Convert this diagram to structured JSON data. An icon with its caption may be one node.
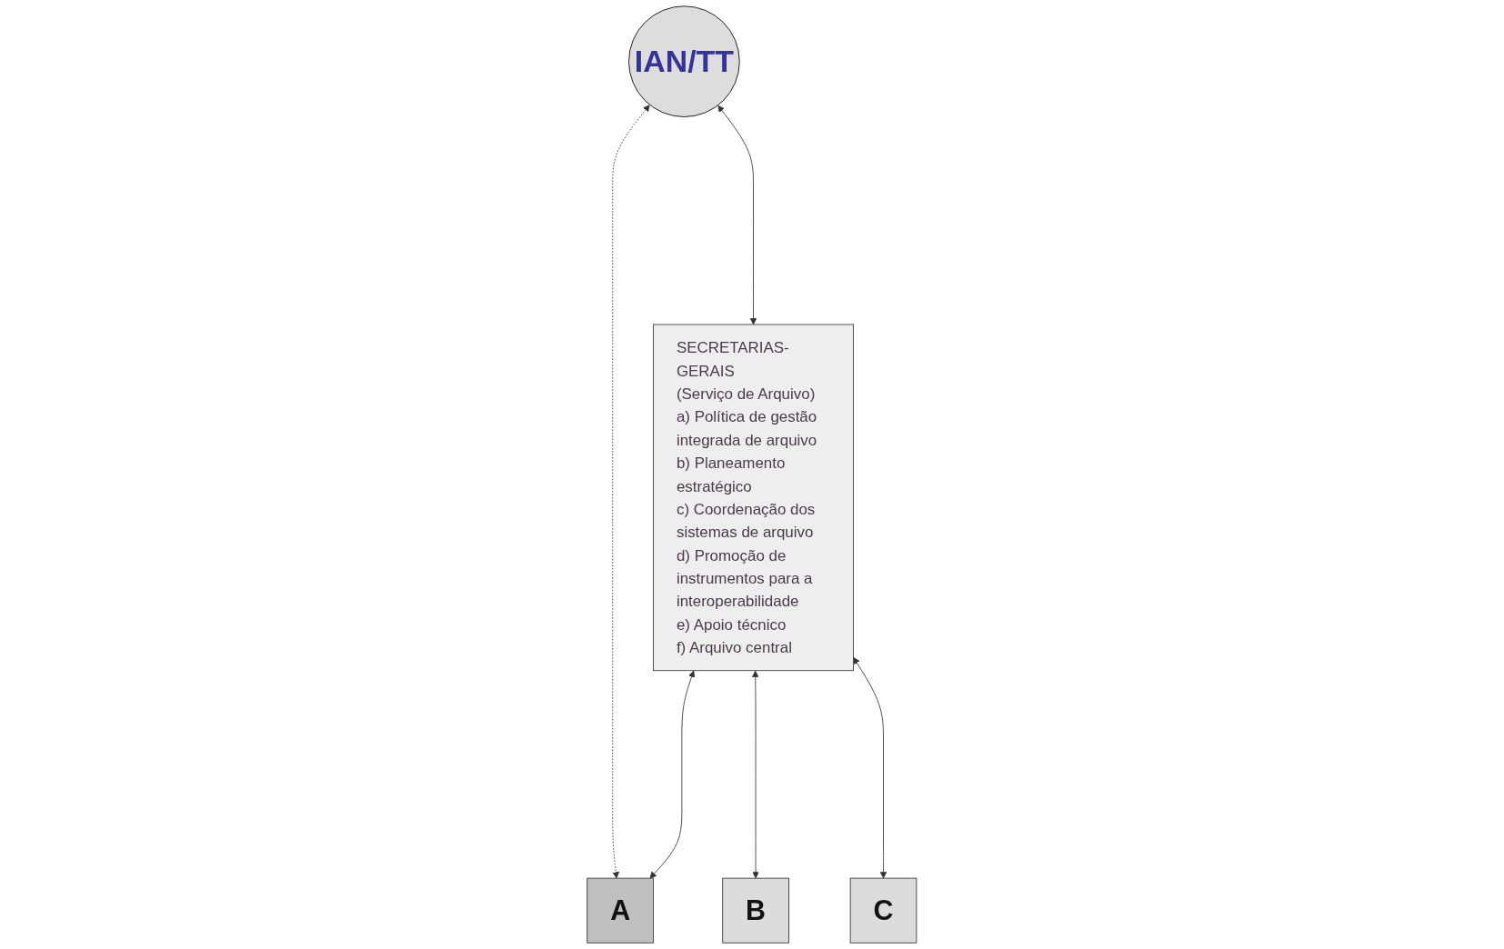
{
  "diagram": {
    "nodes": [
      {
        "text": [
          "IAN/TT"
        ]
      },
      {
        "text": [
          "SECRETARIAS-GERAIS",
          "(Serviço de Arquivo)",
          "a) Política de gestão integrada de arquivo",
          "b) Planeamento estratégico",
          "c) Coordenação dos sistemas de arquivo",
          "d) Promoção de instrumentos para a interoperabilidade",
          "e) Apoio técnico",
          "f) Arquivo central"
        ]
      },
      {
        "text": [
          "A"
        ]
      },
      {
        "text": [
          "B"
        ]
      },
      {
        "text": [
          "C"
        ]
      }
    ],
    "edges": [
      {
        "from": 0,
        "to": 1,
        "arrow": "both"
      },
      {
        "from": 0,
        "to": 2,
        "arrow": "both",
        "style": "dashed"
      },
      {
        "from": 1,
        "to": 2,
        "arrow": "both"
      },
      {
        "from": 1,
        "to": 3,
        "arrow": "both"
      },
      {
        "from": 1,
        "to": 4,
        "arrow": "both"
      }
    ]
  }
}
